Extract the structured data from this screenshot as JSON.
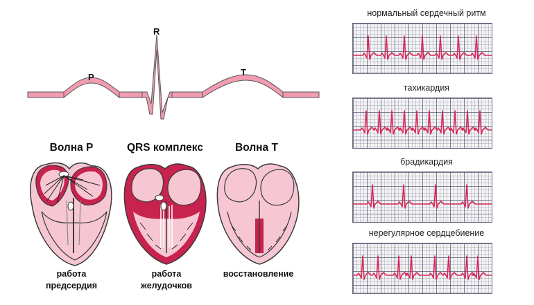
{
  "ecg": {
    "label_p": "P",
    "label_r": "R",
    "label_t": "T"
  },
  "phases": [
    {
      "title": "Волна Р",
      "caption_line1": "работа",
      "caption_line2": "предсердия"
    },
    {
      "title": "QRS комплекс",
      "caption_line1": "работа",
      "caption_line2": "желудочков"
    },
    {
      "title": "Волна Т",
      "caption_line1": "",
      "caption_line2": "восстановление"
    }
  ],
  "rhythms": [
    {
      "label": "нормальный сердечный ритм",
      "beats": 7
    },
    {
      "label": "тахикардия",
      "beats": 10
    },
    {
      "label": "брадикардия",
      "beats": 4
    },
    {
      "label": "нерегулярное сердцебиение",
      "beats": 8
    }
  ],
  "colors": {
    "trace": "#d8285a",
    "band_fill": "#f19cb0",
    "heart_dark": "#c8234f",
    "heart_light": "#f6c6d3",
    "heart_outline": "#3a3a3a"
  }
}
